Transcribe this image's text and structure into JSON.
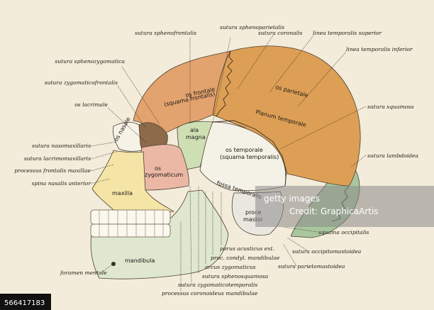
{
  "labels_left": [
    {
      "id": "sphenozygomatica",
      "text": "sutura sphenozygomatica"
    },
    {
      "id": "zygomaticofrontalis",
      "text": "sutura zygomaticofrontalis"
    },
    {
      "id": "lacrimale",
      "text": "os lacrimale"
    },
    {
      "id": "nasomaxillaris",
      "text": "sutura nasomaxillaris"
    },
    {
      "id": "lacrimomaxillaris",
      "text": "sutura lacrimomaxillaris"
    },
    {
      "id": "processus_frontalis",
      "text": "processus frontalis maxillae"
    },
    {
      "id": "spina_nasalis",
      "text": "spina nasalis anterior"
    },
    {
      "id": "foramen_mentale",
      "text": "foramen mentale"
    }
  ],
  "labels_top": [
    {
      "id": "sphenofrontalis",
      "text": "sutura sphenofrontalis"
    },
    {
      "id": "sphenoparietalis",
      "text": "sutura sphenoparietalis"
    },
    {
      "id": "coronalis",
      "text": "sutura coronalis"
    },
    {
      "id": "temporalis_superior",
      "text": "linea temporalis superior"
    },
    {
      "id": "temporalis_inferior",
      "text": "linea temporalis inferior"
    }
  ],
  "labels_right": [
    {
      "id": "squamosa",
      "text": "sutura squamosa"
    },
    {
      "id": "lambdoidea",
      "text": "sutura lambdoidea"
    },
    {
      "id": "squama_occipitalis",
      "text": "squama occipitalis"
    },
    {
      "id": "occipitomastoidea",
      "text": "sutura occipitomastoidea"
    },
    {
      "id": "parietomastoidea",
      "text": "sutura parietomastoidea"
    }
  ],
  "labels_bottom": [
    {
      "id": "porus",
      "text": "porus acusticus ext."
    },
    {
      "id": "proc_condyl",
      "text": "proc. condyl. mandibulae"
    },
    {
      "id": "arcus",
      "text": "arcus zygomaticus"
    },
    {
      "id": "sphenosquamosa",
      "text": "sutura sphenosquamosa"
    },
    {
      "id": "zygomaticotemporalis",
      "text": "sutura zygomaticotemporalis"
    },
    {
      "id": "coronoideus",
      "text": "processus coronoideus mandibulae"
    }
  ],
  "bones": {
    "os_frontale_1": "os frontale",
    "os_frontale_2": "(squama frontalis)",
    "os_parietale": "os parietale",
    "planum_temporale": "Planum temporale",
    "ala_magna_1": "ala",
    "ala_magna_2": "magna",
    "os_temporale_1": "os temporale",
    "os_temporale_2": "(squama temporalis)",
    "fossa_temporalis": "fossa temporalis",
    "processus_mastoideus_1": "proce",
    "processus_mastoideus_2": "mastoi",
    "os_zygomaticum_1": "os",
    "os_zygomaticum_2": "zygomaticum",
    "os_nasale": "os nasale",
    "maxilla": "maxilla",
    "mandibula": "mandibula"
  },
  "watermark": {
    "band_text": "getty images",
    "credit_text": "Credit:",
    "brand_text": "GraphicaArtis",
    "id_text": "566417183"
  },
  "colors": {
    "background": "#f3ecda",
    "frontale": "#e3a36f",
    "parietale": "#dd9f55",
    "temporale": "#f4f1e6",
    "ala_magna": "#cfdfb4",
    "zygomaticum": "#ecb8a6",
    "maxilla": "#f4e5a6",
    "mandibula": "#dfe7cf",
    "occipitale": "#a9c79e"
  }
}
